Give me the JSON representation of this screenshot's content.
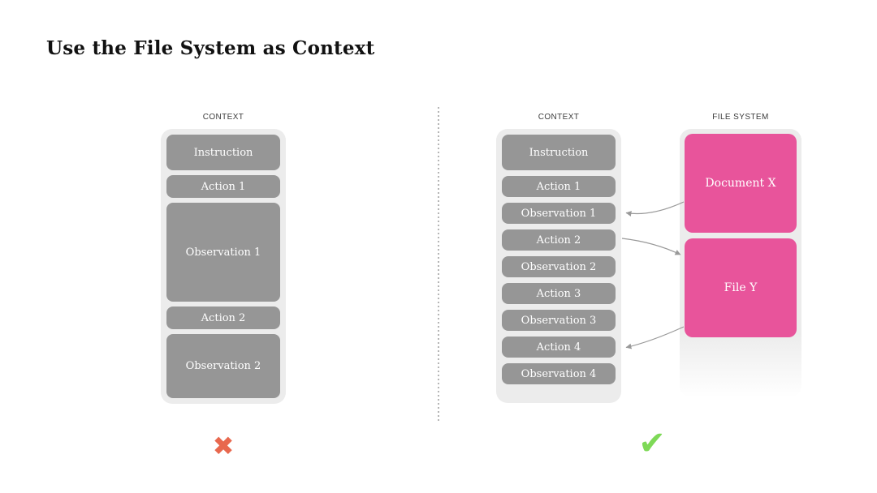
{
  "title": "Use the File System as Context",
  "left_panel": {
    "header": "CONTEXT",
    "boxes": [
      "Instruction",
      "Action 1",
      "Observation 1",
      "Action 2",
      "Observation 2"
    ],
    "verdict_glyph": "✖"
  },
  "right_panel": {
    "context": {
      "header": "CONTEXT",
      "boxes": [
        "Instruction",
        "Action 1",
        "Observation 1",
        "Action 2",
        "Observation 2",
        "Action 3",
        "Observation 3",
        "Action 4",
        "Observation 4"
      ]
    },
    "file_system": {
      "header": "FILE SYSTEM",
      "boxes": [
        "Document X",
        "File Y"
      ]
    },
    "verdict_glyph": "✔"
  },
  "arrows": [
    {
      "from": "Document X",
      "to": "Observation 1"
    },
    {
      "from": "Action 2",
      "to": "File Y"
    },
    {
      "from": "File Y",
      "to": "Action 4"
    }
  ],
  "colors": {
    "context_container": "#ececec",
    "context_box": "#969696",
    "file_box_pink": "#e8549b",
    "cross_red": "#e8684e",
    "check_green": "#7ed957",
    "arrow_gray": "#999999",
    "label_text": "#3c3c3c"
  }
}
